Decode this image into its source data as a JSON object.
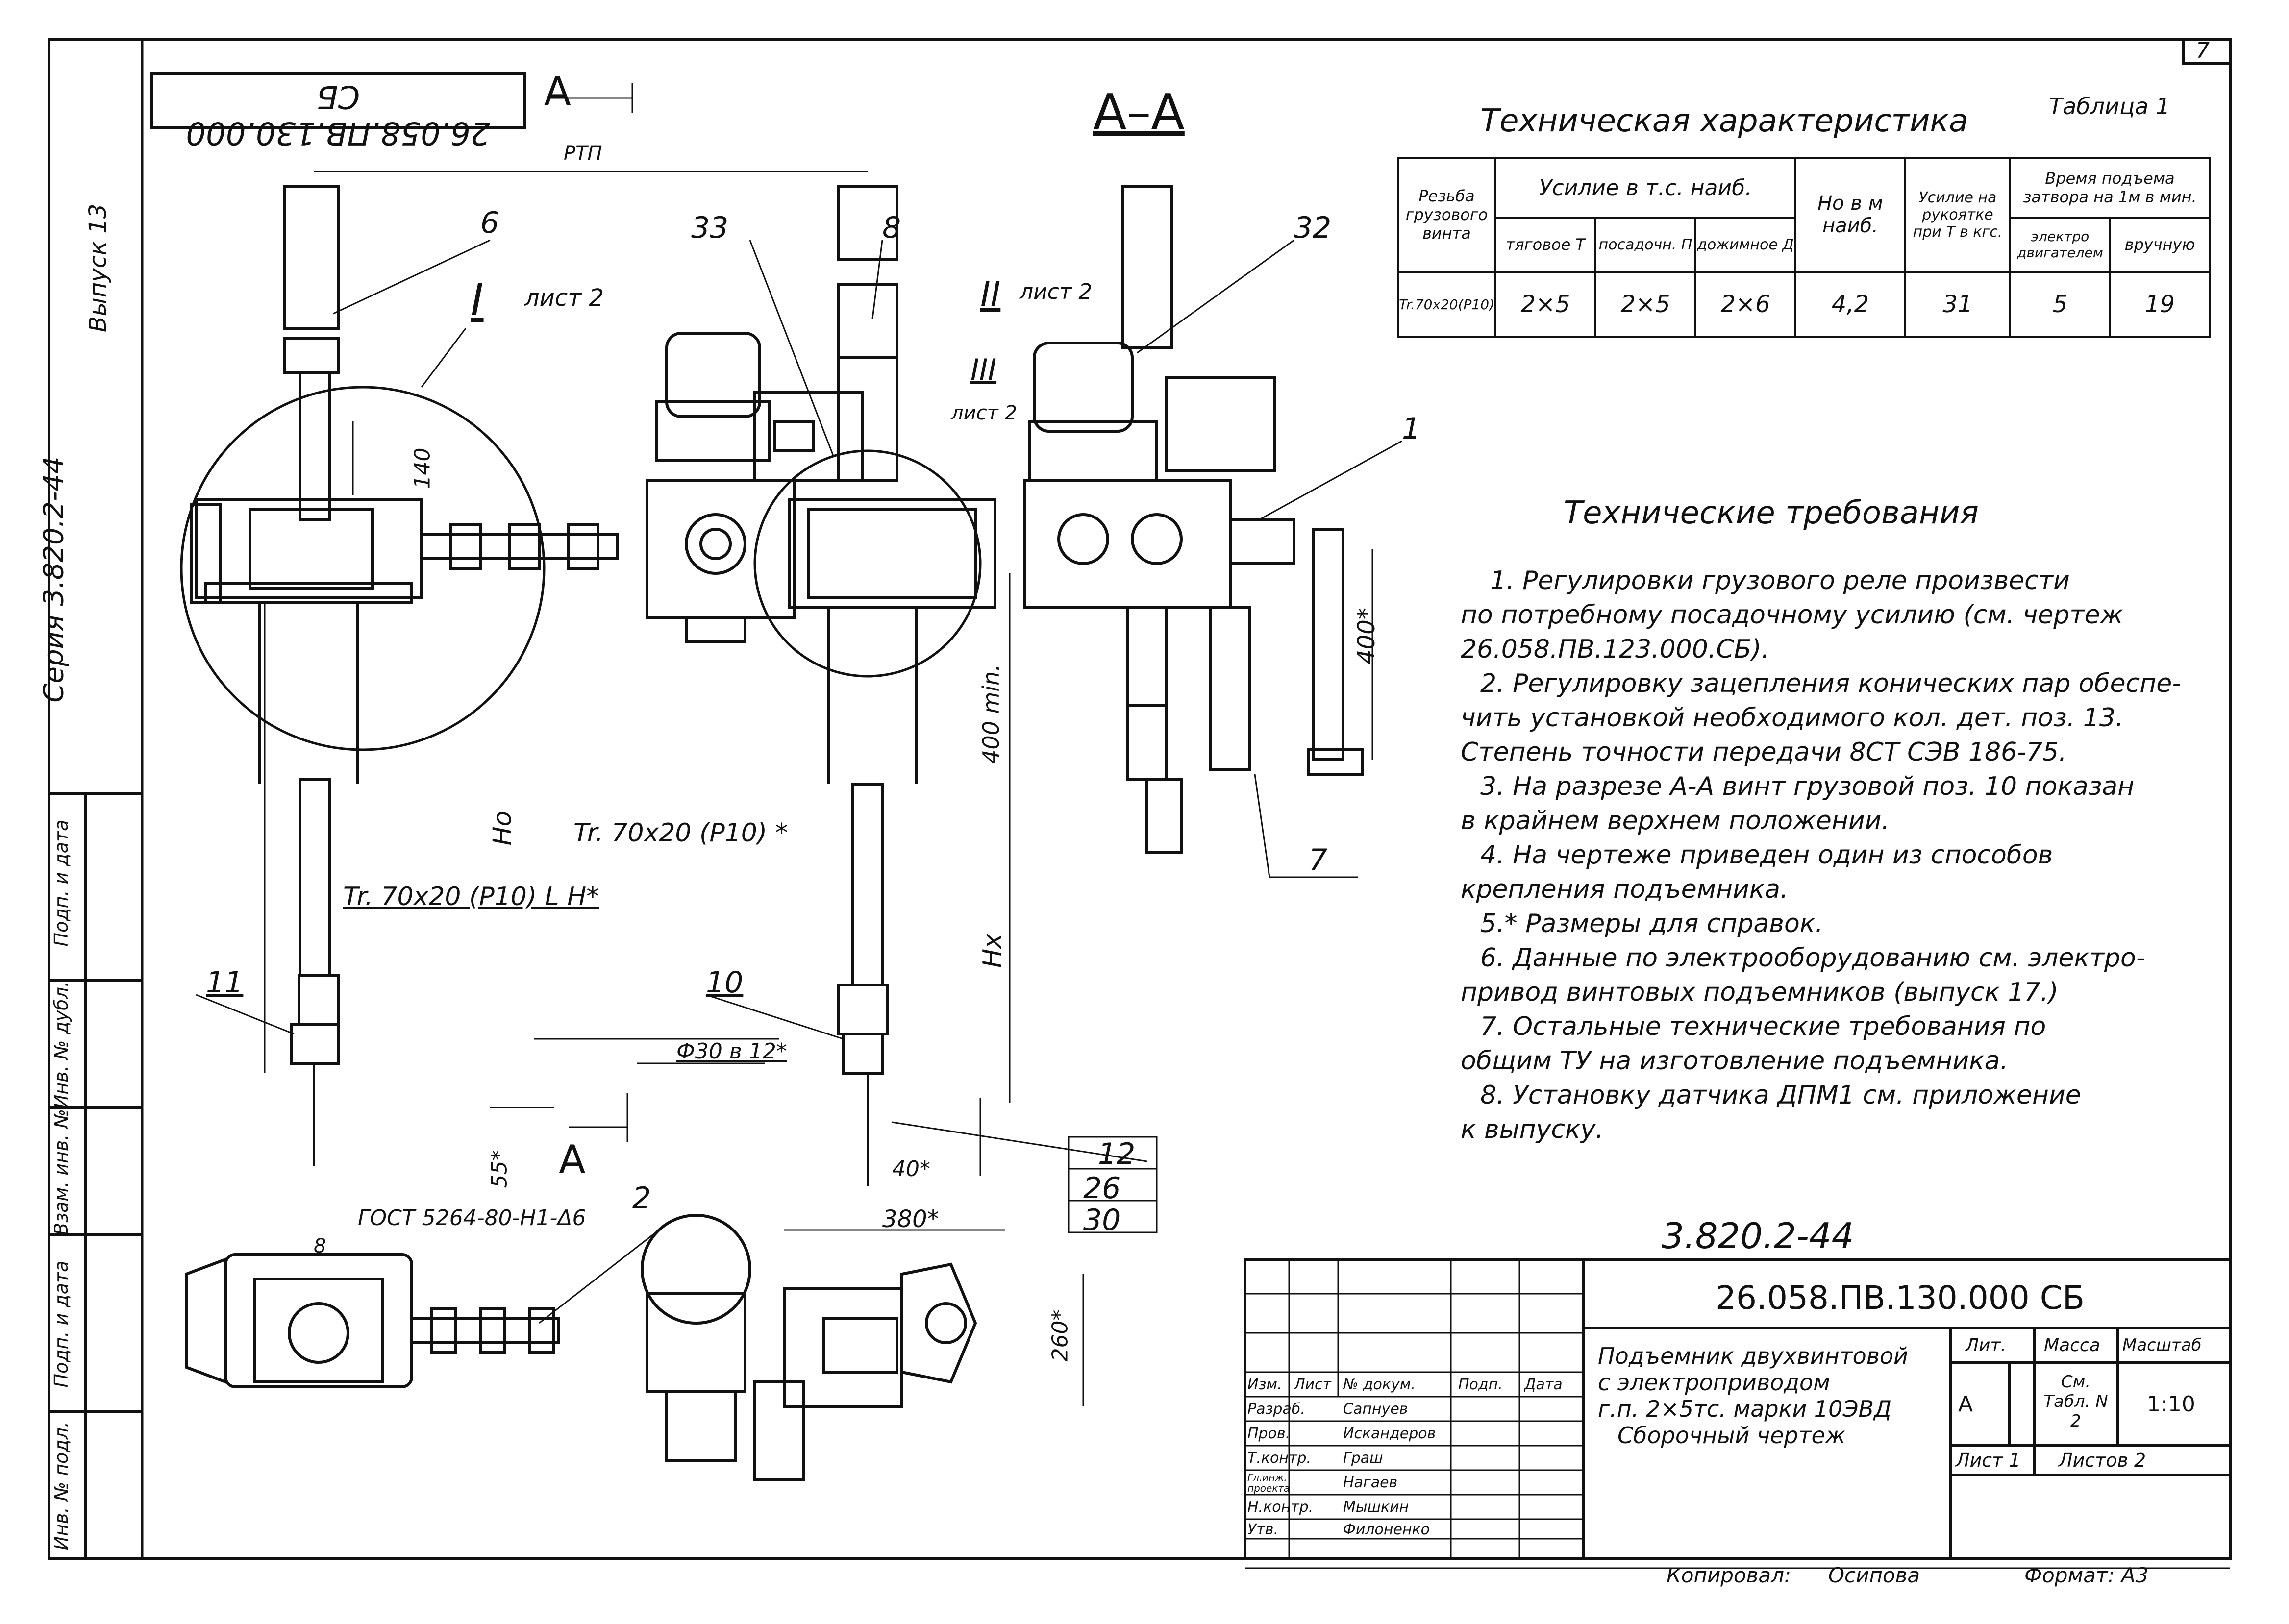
{
  "sheet": {
    "page_number": "7",
    "corner_code": "26.058.ПВ.130.000 СБ",
    "section_label": "А–А",
    "cut_mark": "А"
  },
  "left_margin": {
    "issue": "Выпуск 13",
    "series": "Серия 3.820.2-44",
    "cells": [
      "Подп. и дата",
      "Инв. № дубл.",
      "Взам. инв. №",
      "Подп. и дата",
      "Инв. № подл."
    ]
  },
  "tech_char": {
    "title": "Техническая характеристика",
    "table_label": "Таблица 1",
    "headers": {
      "thread": "Резьба грузового винта",
      "force": "Усилие в т.с. наиб.",
      "traction": "тяговое Т",
      "seating": "посадочн. П",
      "pressing": "дожимное Д",
      "height": "Но в м наиб.",
      "height_sub": "наиб.",
      "handle": "Усилие на рукоятке при Т в кгс.",
      "lift_time": "Время подъема затвора на 1м в мин.",
      "electric": "электро двигателем",
      "manual": "вручную"
    },
    "row": [
      "Tr.70x20(P10)",
      "2×5",
      "2×5",
      "2×6",
      "4,2",
      "31",
      "5",
      "19"
    ]
  },
  "requirements": {
    "title": "Технические требования",
    "lines": [
      "1.  Регулировки грузового реле произвести",
      "по потребному посадочному усилию (см. чертеж",
      "26.058.ПВ.123.000.СБ).",
      "2.  Регулировку зацепления конических пар обеспе-",
      "чить установкой необходимого кол. дет. поз. 13.",
      "Степень точности передачи 8СТ СЭВ 186-75.",
      "3.  На разрезе А-А винт грузовой поз. 10 показан",
      "в крайнем верхнем положении.",
      "4.  На чертеже приведен один из способов",
      "крепления подъемника.",
      "5.*  Размеры для справок.",
      "6.  Данные по электрооборудованию см. электро-",
      "привод винтовых подъемников (выпуск 17.)",
      "7.  Остальные технические требования по",
      "общим ТУ на изготовление подъемника.",
      "8.  Установку датчика ДПМ1 см. приложение",
      "к выпуску."
    ]
  },
  "drawing": {
    "callouts": [
      "6",
      "33",
      "8",
      "32",
      "1",
      "7",
      "11",
      "10",
      "12",
      "26",
      "30",
      "2"
    ],
    "sheet_refs": [
      "лист 2",
      "лист 2",
      "лист 2"
    ],
    "roman": [
      "I",
      "II",
      "III"
    ],
    "dims": {
      "rtp": "РТП",
      "d140": "140",
      "d400": "400*",
      "d400min": "400 min.",
      "ho": "Но",
      "hx": "Нх",
      "d55": "55*",
      "d40": "40*",
      "d380": "380*",
      "d260": "260*",
      "d8": "8",
      "thread1": "Tr. 70x20 (P10) *",
      "thread2": "Tr. 70x20 (P10) L H*",
      "phi": "Ф30 в 12*",
      "gost": "ГОСТ 5264-80-Н1-Δ6"
    }
  },
  "stamp": {
    "series_code": "3.820.2-44",
    "doc_code": "26.058.ПВ.130.000 СБ",
    "title_lines": [
      "Подъемник двухвинтовой",
      "с электроприводом",
      "г.п. 2×5тс. марки 10ЭВД",
      "Сборочный чертеж"
    ],
    "header": [
      "Изм.",
      "Лист",
      "№ докум.",
      "Подп.",
      "Дата"
    ],
    "people": [
      [
        "Разраб.",
        "Сапнуев"
      ],
      [
        "Пров.",
        "Искандеров"
      ],
      [
        "Т.контр.",
        "Граш"
      ],
      [
        "Гл.инж. проекта",
        "Нагаев"
      ],
      [
        "Н.контр.",
        "Мышкин"
      ],
      [
        "Утв.",
        "Филоненко"
      ]
    ],
    "lit_label": "Лит.",
    "lit_value": "А",
    "mass_label": "Масса",
    "mass_value": "См. Табл. N 2",
    "scale_label": "Масштаб",
    "scale_value": "1:10",
    "sheet_label": "Лист 1",
    "sheets_label": "Листов 2",
    "copied": "Копировал:",
    "copier": "Осипова",
    "format": "Формат: А3"
  }
}
